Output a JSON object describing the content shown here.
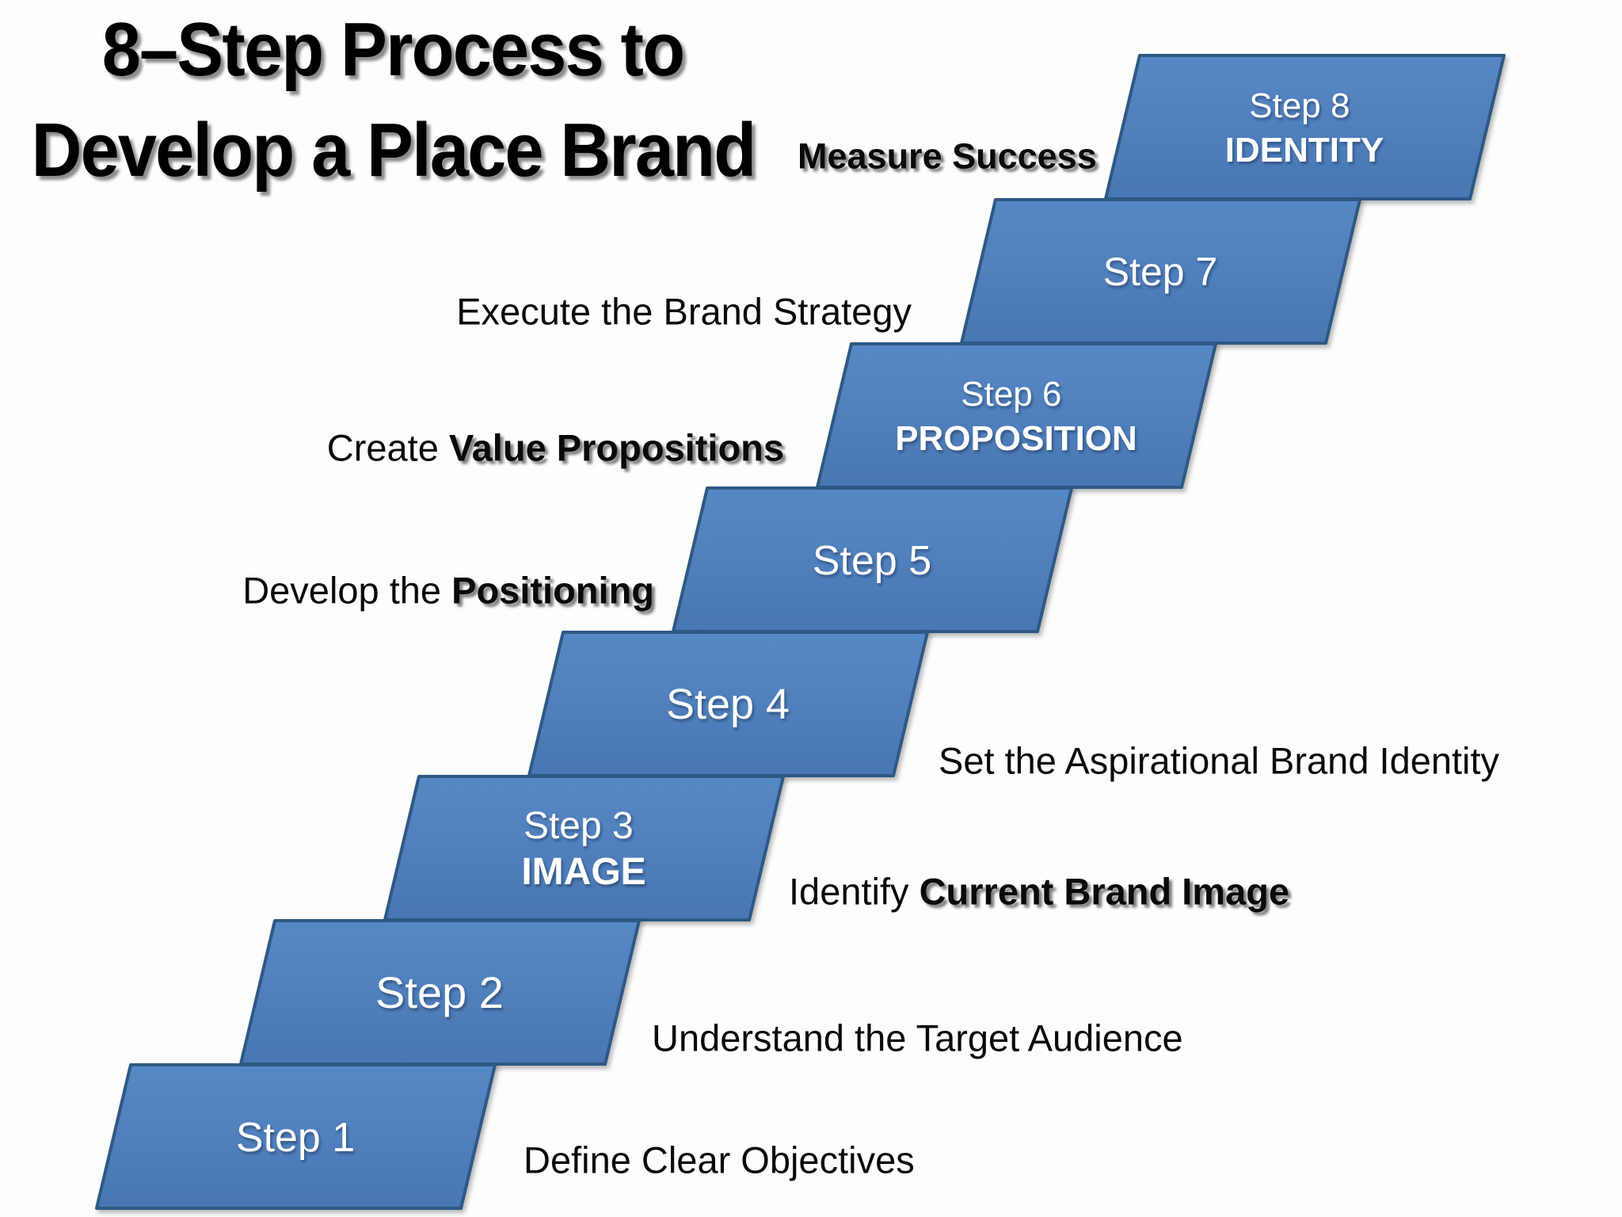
{
  "title": {
    "line1": "8–Step Process to",
    "line2": "Develop a Place Brand"
  },
  "colors": {
    "box_fill_top": "#5788c6",
    "box_fill_bottom": "#4877b3",
    "box_border": "#2e5984",
    "box_text": "#ffffff",
    "label_text": "#0a0a0a",
    "background": "#fdfdfd"
  },
  "steps": [
    {
      "box_line1": "Step 1",
      "box_line2": "",
      "label_regular": "Define Clear Objectives",
      "label_bold": ""
    },
    {
      "box_line1": "Step 2",
      "box_line2": "",
      "label_regular": "Understand the Target Audience",
      "label_bold": ""
    },
    {
      "box_line1": "Step 3",
      "box_line2": "IMAGE",
      "label_regular": "Identify ",
      "label_bold": "Current Brand Image"
    },
    {
      "box_line1": "Step 4",
      "box_line2": "",
      "label_regular": "Set the Aspirational Brand Identity",
      "label_bold": ""
    },
    {
      "box_line1": "Step 5",
      "box_line2": "",
      "label_regular": "Develop the ",
      "label_bold": "Positioning"
    },
    {
      "box_line1": "Step 6",
      "box_line2": "PROPOSITION",
      "label_regular": "Create ",
      "label_bold": "Value Propositions"
    },
    {
      "box_line1": "Step 7",
      "box_line2": "",
      "label_regular": "Execute the Brand Strategy",
      "label_bold": ""
    },
    {
      "box_line1": "Step 8",
      "box_line2": "IDENTITY",
      "label_regular": "",
      "label_bold": "Measure Success"
    }
  ]
}
